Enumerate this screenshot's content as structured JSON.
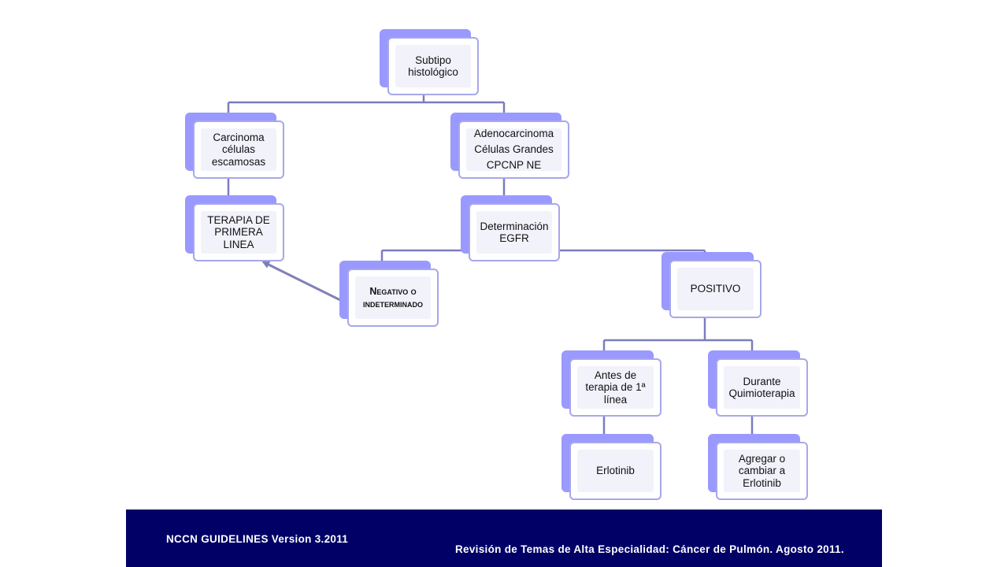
{
  "diagram": {
    "nodes": {
      "subtipo": "Subtipo\nhistológico",
      "carcinoma": "Carcinoma\ncélulas\nescamosas",
      "adeno": "Adenocarcinoma\nCélulas Grandes\nCPCNP NE",
      "terapia": "TERAPIA DE\nPRIMERA\nLINEA",
      "determinacion": "Determinación\nEGFR",
      "negativo": "Negativo o\nindeterminado",
      "positivo": "POSITIVO",
      "antes": "Antes de\nterapia de 1ª\nlínea",
      "durante": "Durante\nQuimioterapia",
      "erlotinib": "Erlotinib",
      "agregar": "Agregar o\ncambiar a\nErlotinib"
    }
  },
  "footer": {
    "left": "NCCN GUIDELINES Version 3.2011",
    "right": "Revisión de Temas de Alta Especialidad: Cáncer de Pulmón. Agosto 2011."
  },
  "colors": {
    "connector": "#7c7cbf",
    "node_shadow": "#9999ff",
    "node_border": "#a7a7ea",
    "footer_bg": "#000066"
  }
}
